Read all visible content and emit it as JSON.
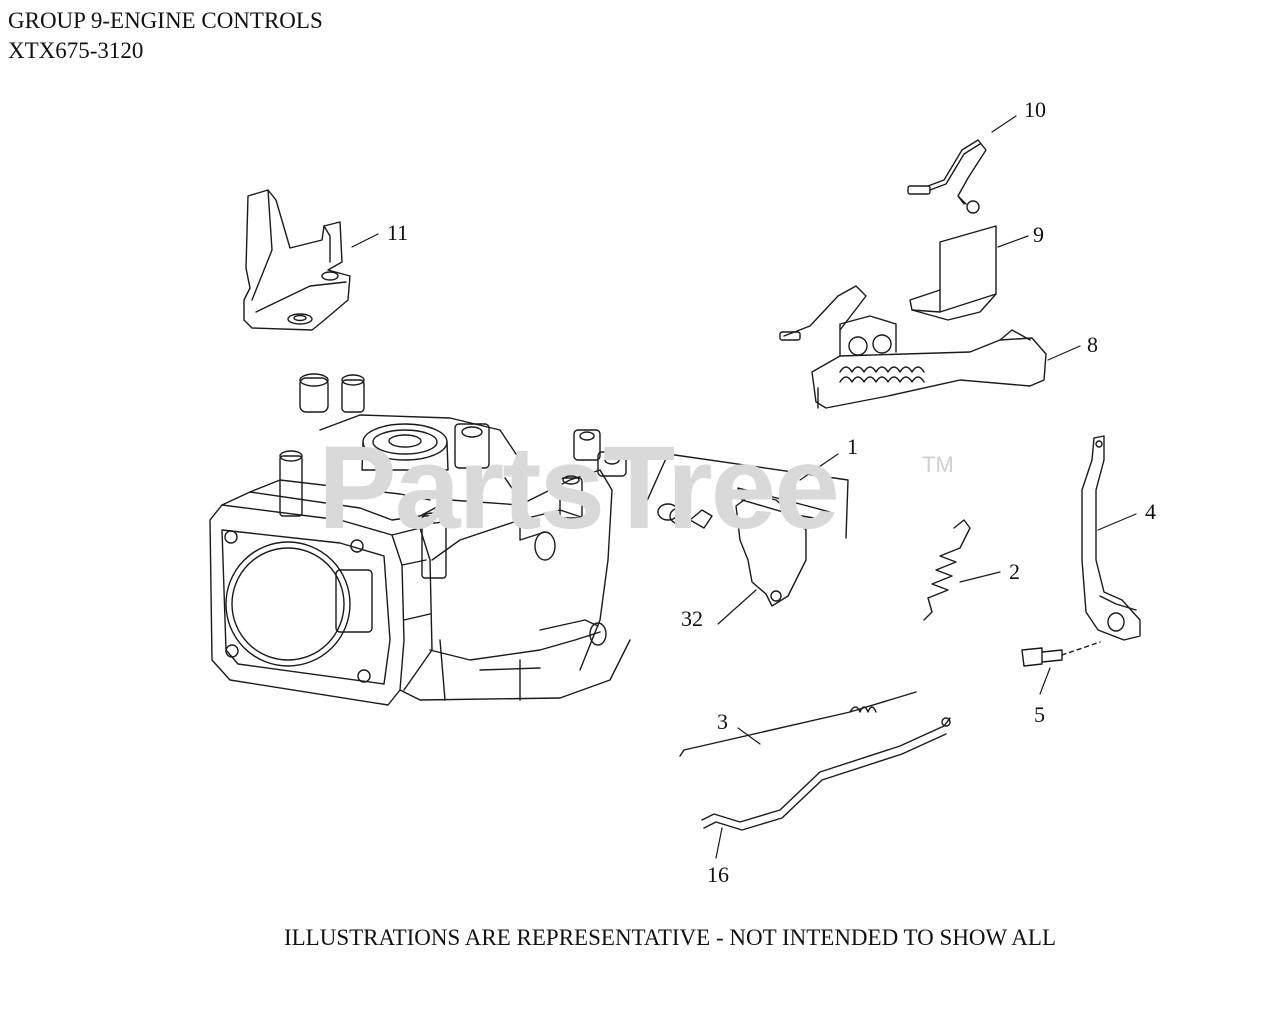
{
  "header": {
    "group_title": "GROUP 9-ENGINE CONTROLS",
    "model_number": "XTX675-3120"
  },
  "watermark": {
    "brand": "PartsTree",
    "trademark": "TM"
  },
  "callouts": [
    "1",
    "2",
    "3",
    "4",
    "5",
    "8",
    "9",
    "10",
    "11",
    "16",
    "32"
  ],
  "footer": {
    "disclaimer": "ILLUSTRATIONS ARE REPRESENTATIVE - NOT INTENDED TO SHOW ALL"
  },
  "colors": {
    "line": "#1a1a1a",
    "watermark": "#d9d9d9"
  }
}
